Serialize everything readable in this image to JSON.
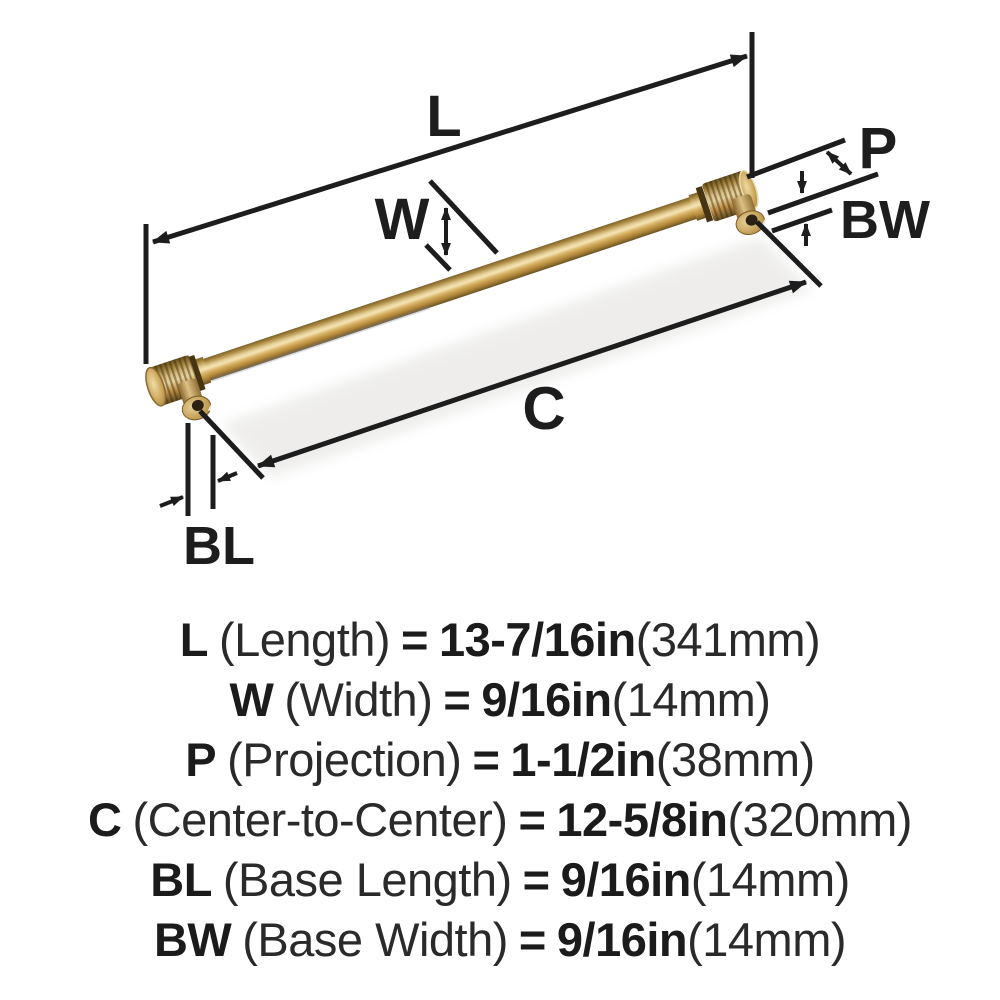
{
  "diagram": {
    "labels": {
      "length": "L",
      "width": "W",
      "projection": "P",
      "base_width": "BW",
      "center_to_center": "C",
      "base_length": "BL"
    },
    "colors": {
      "ink": "#1d1d1d",
      "brass_main": "#c9a45a",
      "brass_highlight": "#f3e3b4",
      "brass_dark": "#6d5424"
    }
  },
  "specs": {
    "equals": "=",
    "rows": [
      {
        "label": "L",
        "name": "(Length)",
        "value_in": "13-7/16in",
        "value_mm": "(341mm)"
      },
      {
        "label": "W",
        "name": "(Width)",
        "value_in": "9/16in",
        "value_mm": "(14mm)"
      },
      {
        "label": "P",
        "name": "(Projection)",
        "value_in": "1-1/2in",
        "value_mm": "(38mm)"
      },
      {
        "label": "C",
        "name": "(Center-to-Center)",
        "value_in": "12-5/8in",
        "value_mm": "(320mm)"
      },
      {
        "label": "BL",
        "name": "(Base Length)",
        "value_in": "9/16in",
        "value_mm": "(14mm)"
      },
      {
        "label": "BW",
        "name": "(Base Width)",
        "value_in": "9/16in",
        "value_mm": "(14mm)"
      }
    ]
  }
}
